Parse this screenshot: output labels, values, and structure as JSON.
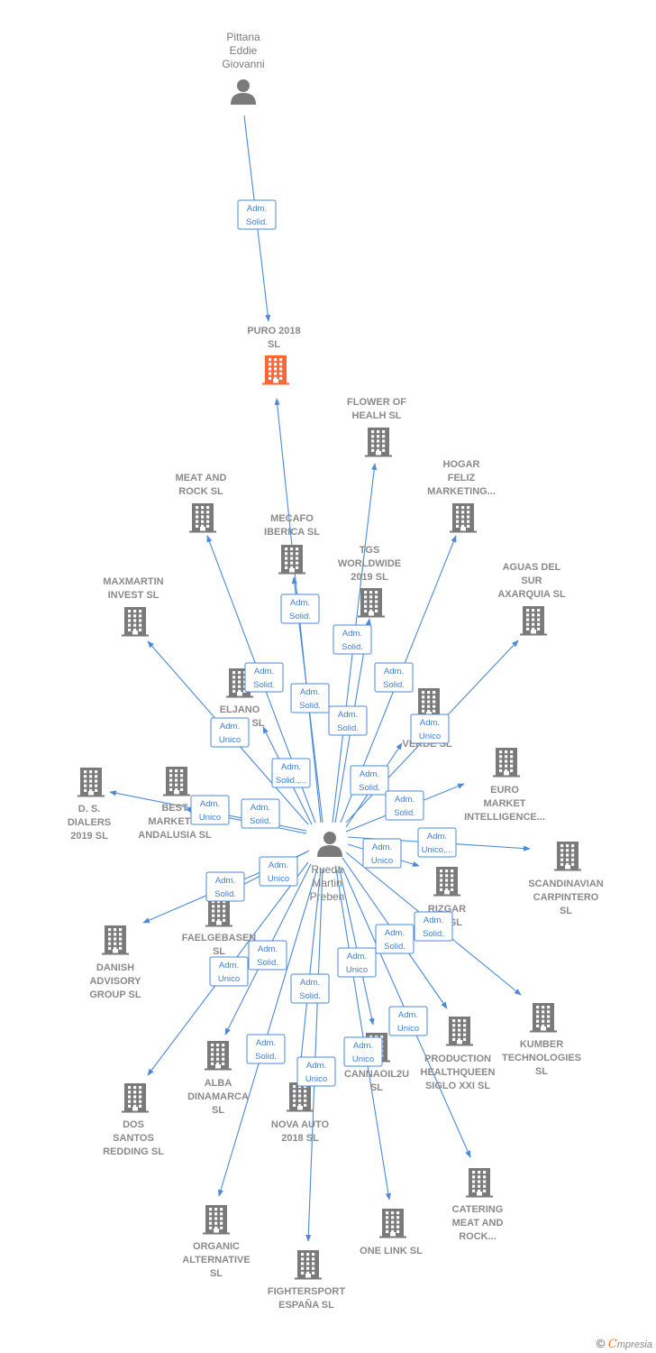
{
  "colors": {
    "edge": "#4a8ad8",
    "node": "#7a7a7a",
    "highlight": "#ff6633",
    "label": "#8a8a8a"
  },
  "persons": [
    {
      "id": "pittana",
      "lines": [
        "Pittana",
        "Eddie",
        "Giovanni"
      ],
      "icon": "person-icon"
    },
    {
      "id": "rueda",
      "lines": [
        "Rueda",
        "Martin",
        "Preben"
      ],
      "icon": "person-icon"
    }
  ],
  "companies": [
    {
      "id": "puro",
      "lines": [
        "PURO 2018",
        "SL"
      ],
      "highlight": true,
      "icon": "building-icon"
    },
    {
      "id": "flower",
      "lines": [
        "FLOWER OF",
        "HEALH  SL"
      ],
      "icon": "building-icon"
    },
    {
      "id": "meat",
      "lines": [
        "MEAT AND",
        "ROCK SL"
      ],
      "icon": "building-icon"
    },
    {
      "id": "hogar",
      "lines": [
        "HOGAR",
        "FELIZ",
        "MARKETING..."
      ],
      "icon": "building-icon"
    },
    {
      "id": "mecafo",
      "lines": [
        "MECAFO",
        "IBERICA  SL"
      ],
      "icon": "building-icon"
    },
    {
      "id": "tgs",
      "lines": [
        "TGS",
        "WORLDWIDE",
        "2019  SL"
      ],
      "icon": "building-icon"
    },
    {
      "id": "maxmartin",
      "lines": [
        "MAXMARTIN",
        "INVEST SL"
      ],
      "icon": "building-icon"
    },
    {
      "id": "aguas",
      "lines": [
        "AGUAS DEL",
        "SUR",
        "AXARQUIA  SL"
      ],
      "icon": "building-icon"
    },
    {
      "id": "eljano",
      "lines": [
        "ELJANO",
        "SIN...XI  SL"
      ],
      "icon": "building-icon"
    },
    {
      "id": "bolsa",
      "lines": [
        "BO...A",
        "VERDE  SL"
      ],
      "icon": "building-icon"
    },
    {
      "id": "euro",
      "lines": [
        "EURO",
        "MARKET",
        "INTELLIGENCE..."
      ],
      "icon": "building-icon"
    },
    {
      "id": "ds",
      "lines": [
        "D. S.",
        "DIALERS",
        "2019  SL"
      ],
      "icon": "building-icon"
    },
    {
      "id": "best",
      "lines": [
        "BEST",
        "MARKETI...",
        "ANDALUSIA  SL"
      ],
      "icon": "building-icon"
    },
    {
      "id": "scandinavian",
      "lines": [
        "SCANDINAVIAN",
        "CARPINTERO",
        "SL"
      ],
      "icon": "building-icon"
    },
    {
      "id": "rizgar",
      "lines": [
        "RIZGAR",
        "...A  SL"
      ],
      "icon": "building-icon"
    },
    {
      "id": "faelgebasen",
      "lines": [
        "FAELGEBASEN",
        "SL"
      ],
      "icon": "building-icon"
    },
    {
      "id": "danish",
      "lines": [
        "DANISH",
        "ADVISORY",
        "GROUP  SL"
      ],
      "icon": "building-icon"
    },
    {
      "id": "kumber",
      "lines": [
        "KUMBER",
        "TECHNOLOGIES",
        "SL"
      ],
      "icon": "building-icon"
    },
    {
      "id": "production",
      "lines": [
        "PRODUCTION",
        "HEALTHQUEEN",
        "SIGLO XXI  SL"
      ],
      "icon": "building-icon"
    },
    {
      "id": "cannaoil",
      "lines": [
        "CANNAOIL2U",
        "SL"
      ],
      "icon": "building-icon"
    },
    {
      "id": "alba",
      "lines": [
        "ALBA",
        "DINAMARCA",
        "SL"
      ],
      "icon": "building-icon"
    },
    {
      "id": "dos",
      "lines": [
        "DOS",
        "SANTOS",
        "REDDING SL"
      ],
      "icon": "building-icon"
    },
    {
      "id": "nova",
      "lines": [
        "NOVA AUTO",
        "2018  SL"
      ],
      "icon": "building-icon"
    },
    {
      "id": "catering",
      "lines": [
        "CATERING",
        "MEAT AND",
        "ROCK..."
      ],
      "icon": "building-icon"
    },
    {
      "id": "organic",
      "lines": [
        "ORGANIC",
        "ALTERNATIVE",
        "SL"
      ],
      "icon": "building-icon"
    },
    {
      "id": "onelink",
      "lines": [
        "ONE LINK  SL"
      ],
      "icon": "building-icon"
    },
    {
      "id": "fightersport",
      "lines": [
        "FIGHTERSPORT",
        "ESPAÑA SL"
      ],
      "icon": "building-icon"
    }
  ],
  "relations": [
    {
      "from": "pittana",
      "to": "puro",
      "label": [
        "Adm.",
        "Solid."
      ]
    },
    {
      "from": "rueda",
      "to": "puro",
      "label": [
        "Adm.",
        "Solid."
      ]
    },
    {
      "from": "rueda",
      "to": "flower",
      "label": [
        "Adm.",
        "Solid."
      ]
    },
    {
      "from": "rueda",
      "to": "meat",
      "label": [
        "Adm.",
        "Solid."
      ]
    },
    {
      "from": "rueda",
      "to": "mecafo",
      "label": [
        "Adm.",
        "Solid."
      ]
    },
    {
      "from": "rueda",
      "to": "tgs",
      "label": [
        "Adm.",
        "Solid."
      ]
    },
    {
      "from": "rueda",
      "to": "hogar",
      "label": [
        "Adm.",
        "Solid."
      ]
    },
    {
      "from": "rueda",
      "to": "eljano",
      "label": [
        "Adm.",
        "Unico"
      ]
    },
    {
      "from": "rueda",
      "to": "aguas",
      "label": [
        "Adm.",
        "Unico"
      ]
    },
    {
      "from": "rueda",
      "to": "maxmartin",
      "label": [
        "Adm.",
        "Solid.,..."
      ]
    },
    {
      "from": "rueda",
      "to": "bolsa",
      "label": [
        "Adm.",
        "Solid."
      ]
    },
    {
      "from": "rueda",
      "to": "euro",
      "label": [
        "Adm.",
        "Solid."
      ]
    },
    {
      "from": "rueda",
      "to": "ds",
      "label": [
        "Adm.",
        "Unico"
      ]
    },
    {
      "from": "rueda",
      "to": "best",
      "label": [
        "Adm.",
        "Solid."
      ]
    },
    {
      "from": "rueda",
      "to": "scandinavian",
      "label": [
        "Adm.",
        "Unico,..."
      ]
    },
    {
      "from": "rueda",
      "to": "rizgar",
      "label": [
        "Adm.",
        "Unico"
      ]
    },
    {
      "from": "rueda",
      "to": "danish",
      "label": [
        "Adm.",
        "Solid."
      ]
    },
    {
      "from": "rueda",
      "to": "faelgebasen",
      "label": [
        "Adm.",
        "Unico"
      ]
    },
    {
      "from": "rueda",
      "to": "kumber",
      "label": [
        "Adm.",
        "Solid."
      ]
    },
    {
      "from": "rueda",
      "to": "production",
      "label": [
        "Adm.",
        "Solid."
      ]
    },
    {
      "from": "rueda",
      "to": "alba",
      "label": [
        "Adm.",
        "Solid."
      ]
    },
    {
      "from": "rueda",
      "to": "dos",
      "label": [
        "Adm.",
        "Unico"
      ]
    },
    {
      "from": "rueda",
      "to": "cannaoil",
      "label": [
        "Adm.",
        "Unico"
      ]
    },
    {
      "from": "rueda",
      "to": "nova",
      "label": [
        "Adm.",
        "Solid."
      ]
    },
    {
      "from": "rueda",
      "to": "catering",
      "label": [
        "Adm.",
        "Unico"
      ]
    },
    {
      "from": "rueda",
      "to": "onelink",
      "label": [
        "Adm.",
        "Unico"
      ]
    },
    {
      "from": "rueda",
      "to": "organic",
      "label": [
        "Adm.",
        "Solid."
      ]
    },
    {
      "from": "rueda",
      "to": "fightersport",
      "label": [
        "Adm.",
        "Unico"
      ]
    }
  ],
  "footer": {
    "copyright": "©",
    "brand_first": "C",
    "brand_rest": "mpresia"
  }
}
